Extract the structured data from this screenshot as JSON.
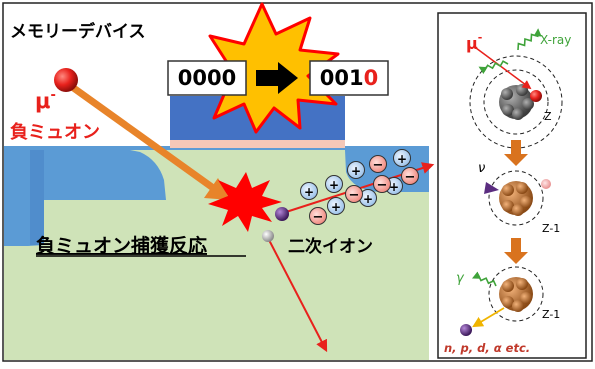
{
  "title": "メモリーデバイス",
  "bits": {
    "before": "0000",
    "after_prefix": "001",
    "after_flip": "0"
  },
  "muon": {
    "symbol": "μ",
    "charge": "-",
    "label": "負ミュオン"
  },
  "reaction_label": "負ミュオン捕獲反応",
  "secondary_ion_label": "二次イオン",
  "charges": {
    "plus": "+",
    "minus": "−"
  },
  "inset": {
    "muon_symbol": "μ",
    "muon_charge": "-",
    "xray_label": "X-ray",
    "nu_label": "ν",
    "gamma_label": "γ",
    "z_label": "Z",
    "z1_label": "Z-1",
    "z1_label_bottom": "Z-1",
    "products": "n, p, d, α etc."
  },
  "colors": {
    "red": "#e8211c",
    "orange": "#e8842a",
    "device_green": "#cfe3b8",
    "device_blue": "#5b9bd5",
    "gate_blue": "#4472c4",
    "pink": "#f4c8b8",
    "explosion_yellow": "#ffc000"
  }
}
